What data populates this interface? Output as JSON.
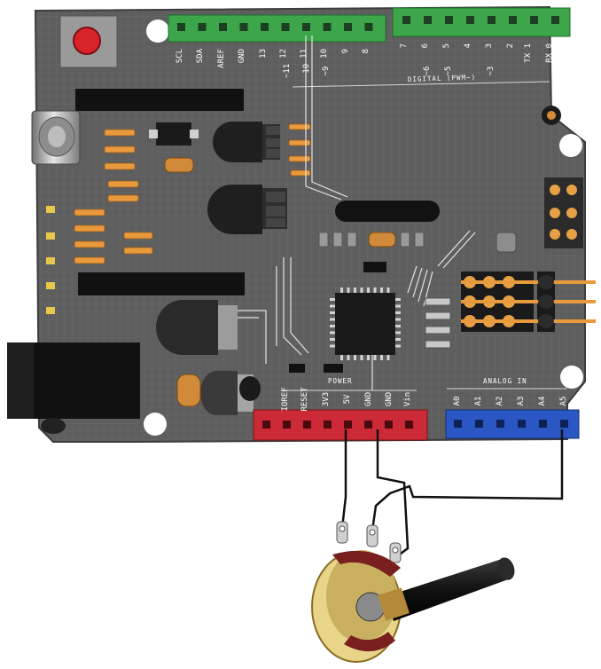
{
  "board": {
    "digital_pin_labels": [
      "SCL",
      "SDA",
      "AREF",
      "GND",
      "13",
      "12",
      "11",
      "10",
      "9",
      "8",
      "7",
      "6",
      "5",
      "4",
      "3",
      "2",
      "TX 1",
      "RX 0"
    ],
    "digital_sub_labels": [
      "~11",
      "~10",
      "~9",
      "~6",
      "~5",
      "~3"
    ],
    "digital_header_title": "DIGITAL (PWM~)",
    "power_header_title": "POWER",
    "power_pin_labels": [
      "IOREF",
      "RESET",
      "3V3",
      "5V",
      "GND",
      "GND",
      "Vin"
    ],
    "analog_header_title": "ANALOG IN",
    "analog_pin_labels": [
      "A0",
      "A1",
      "A2",
      "A3",
      "A4",
      "A5"
    ]
  },
  "colors": {
    "board": "#5d5d5d",
    "digital_header": "#3ea64a",
    "power_header": "#cc2a36",
    "analog_header": "#2b57c4",
    "wire": "#111111",
    "reset_button": "#d8232a",
    "copper": "#e89a3c"
  },
  "components": [
    "reset-button",
    "usb-connector",
    "dc-barrel-jack",
    "microcontroller-chip",
    "crystal-oscillator",
    "icsp-header",
    "capacitors",
    "resistors",
    "potentiometer"
  ]
}
